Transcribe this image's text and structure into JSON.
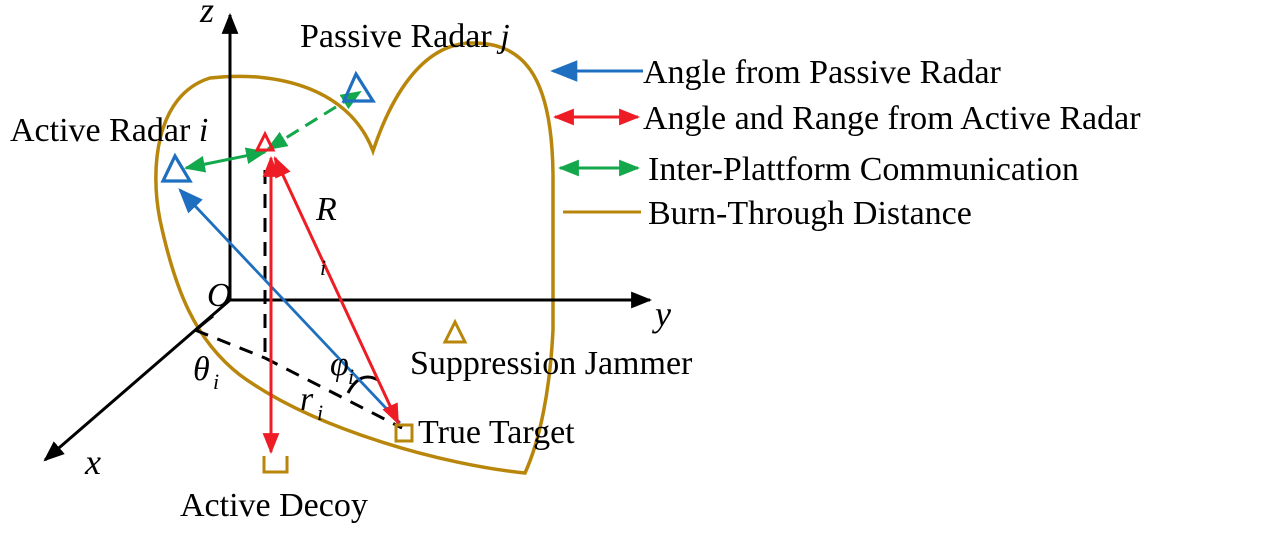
{
  "labels": {
    "passive_radar": "Passive Radar ",
    "passive_radar_index": "j",
    "active_radar": "Active Radar ",
    "active_radar_index": "i",
    "suppression_jammer": "Suppression Jammer",
    "true_target": "True Target",
    "active_decoy": "Active Decoy",
    "range_symbol": "R",
    "range_subscript": "i",
    "origin": "O",
    "axis_x": "x",
    "axis_y": "y",
    "axis_z": "z",
    "theta": "θ",
    "theta_sub": "i",
    "phi": "φ",
    "phi_sub": "i",
    "r_symbol": "r",
    "r_sub": "i"
  },
  "legend": [
    {
      "label": "Angle from Passive Radar",
      "style": "single-arrow",
      "color": "#1f6fc0"
    },
    {
      "label": "Angle and Range from Active Radar",
      "style": "double-arrow",
      "color": "#ee1c24"
    },
    {
      "label": "Inter-Plattform Communication",
      "style": "double-arrow",
      "color": "#12a84b"
    },
    {
      "label": "Burn-Through Distance",
      "style": "line",
      "color": "#b8860b"
    }
  ],
  "colors": {
    "passive": "#1f6fc0",
    "active": "#ee1c24",
    "communication": "#12a84b",
    "burn_through": "#b8860b",
    "axes": "#000000"
  }
}
